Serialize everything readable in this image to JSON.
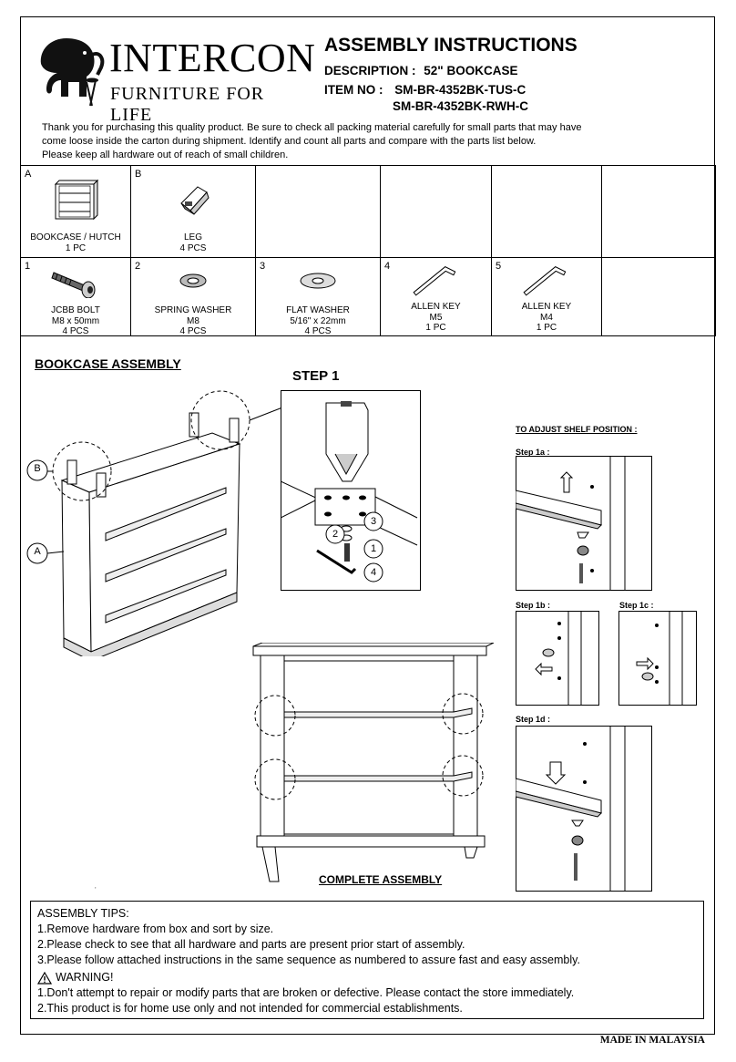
{
  "brand": {
    "name": "INTERCON",
    "tagline": "FURNITURE FOR LIFE"
  },
  "header": {
    "title": "ASSEMBLY INSTRUCTIONS",
    "description_label": "DESCRIPTION :",
    "description_value": "52\" BOOKCASE",
    "item_label": "ITEM NO :",
    "item_numbers": [
      "SM-BR-4352BK-TUS-C",
      "SM-BR-4352BK-RWH-C"
    ]
  },
  "intro": {
    "lines": [
      "Thank you for purchasing this quality product. Be sure to check all packing material carefully for small parts that may have",
      "come loose inside the carton during shipment. Identify and count all parts and compare with the parts list below.",
      "Please keep all hardware out of reach of small children."
    ]
  },
  "parts": {
    "row_a": [
      {
        "id": "A",
        "name": "BOOKCASE / HUTCH",
        "qty": "1 PC",
        "icon": "bookcase-icon"
      },
      {
        "id": "B",
        "name": "LEG",
        "qty": "4 PCS",
        "icon": "leg-icon"
      }
    ],
    "row_b": [
      {
        "id": "1",
        "name": "JCBB BOLT",
        "spec": "M8 x 50mm",
        "qty": "4 PCS",
        "icon": "bolt-icon"
      },
      {
        "id": "2",
        "name": "SPRING WASHER",
        "spec": "M8",
        "qty": "4 PCS",
        "icon": "spring-washer-icon"
      },
      {
        "id": "3",
        "name": "FLAT WASHER",
        "spec": "5/16\" x 22mm",
        "qty": "4 PCS",
        "icon": "flat-washer-icon"
      },
      {
        "id": "4",
        "name": "ALLEN KEY",
        "spec": "M5",
        "qty": "1 PC",
        "icon": "allen-key-icon"
      },
      {
        "id": "5",
        "name": "ALLEN KEY",
        "spec": "M4",
        "qty": "1 PC",
        "icon": "allen-key-icon"
      }
    ]
  },
  "assembly": {
    "section_title": "BOOKCASE ASSEMBLY",
    "step1_title": "STEP 1",
    "callouts": {
      "a": "A",
      "b": "B"
    },
    "hardware_callouts": [
      "1",
      "2",
      "3",
      "4"
    ],
    "complete_label": "COMPLETE  ASSEMBLY"
  },
  "shelf_adjust": {
    "title": "TO ADJUST SHELF POSITION :",
    "steps": [
      "Step 1a :",
      "Step 1b :",
      "Step 1c :",
      "Step 1d :"
    ]
  },
  "tips": {
    "heading": "ASSEMBLY TIPS:",
    "items": [
      "1.Remove hardware from box and sort by size.",
      "2.Please check to see that all hardware and parts are present prior start of assembly.",
      "3.Please follow attached instructions in the same sequence as numbered to assure fast and easy assembly."
    ],
    "warning_heading": "WARNING!",
    "warnings": [
      "1.Don't attempt to repair or modify parts that are broken or defective. Please contact the store immediately.",
      "2.This product is for home use only and not intended for commercial establishments."
    ]
  },
  "footer": {
    "made_in": "MADE IN MALAYSIA",
    "small_mark": ","
  }
}
